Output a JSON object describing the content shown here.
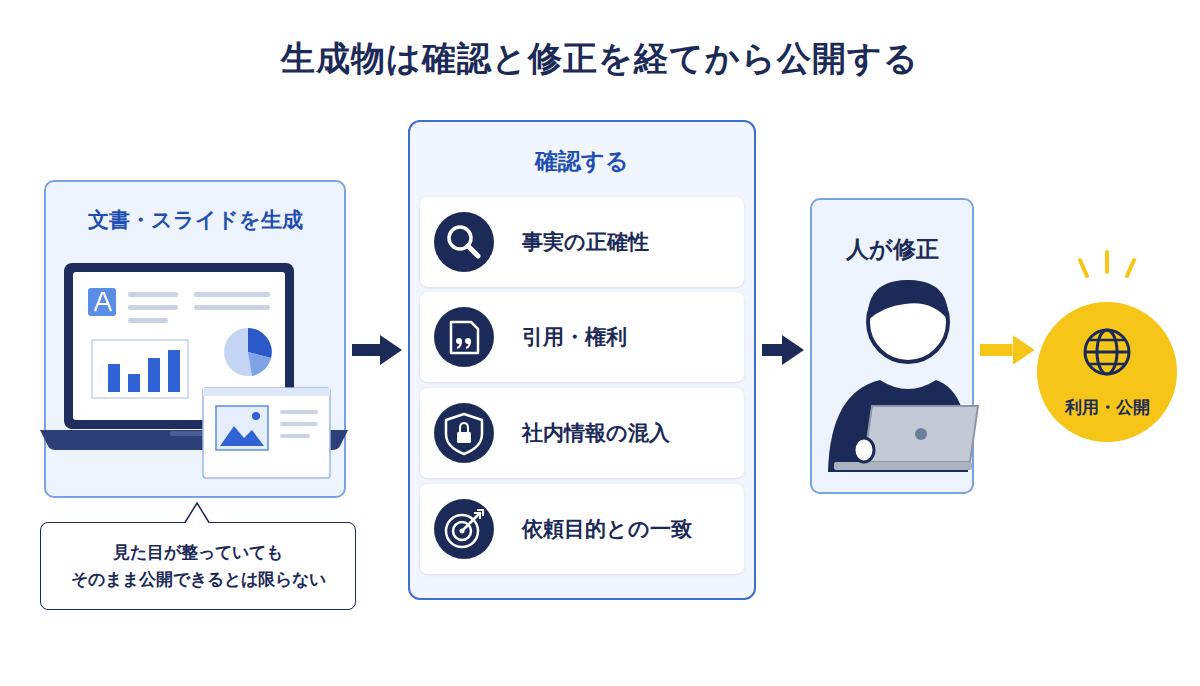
{
  "diagram": {
    "title": "生成物は確認と修正を経てから公開する",
    "nodes": [
      {
        "text": [
          "文書・スライドを生成"
        ]
      },
      {
        "text": [
          "見た目が整っていても そのまま公開できるとは限らない"
        ]
      },
      {
        "text": [
          "確認する"
        ]
      },
      {
        "text": [
          "事実の正確性"
        ],
        "in": 2
      },
      {
        "text": [
          "引用・権利"
        ],
        "in": 2
      },
      {
        "text": [
          "社内情報の混入"
        ],
        "in": 2
      },
      {
        "text": [
          "依頼目的との一致"
        ],
        "in": 2
      },
      {
        "text": [
          "人が修正"
        ]
      },
      {
        "text": [
          "利用・公開"
        ]
      }
    ],
    "edges": [
      {
        "from": 0,
        "to": 2,
        "arrow": "to"
      },
      {
        "from": 2,
        "to": 7,
        "arrow": "to"
      },
      {
        "from": 7,
        "to": 8,
        "arrow": "to"
      }
    ]
  }
}
